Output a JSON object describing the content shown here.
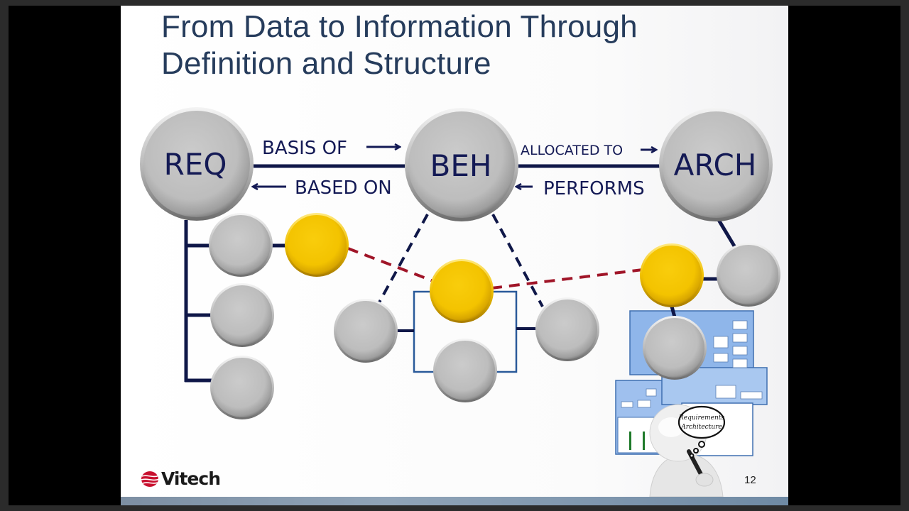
{
  "slide": {
    "title_line1": "From Data to Information Through",
    "title_line2": "Definition and Structure",
    "page_number": "12",
    "logo_text": "Vitech"
  },
  "diagram": {
    "main_nodes": [
      {
        "id": "req",
        "label": "REQ"
      },
      {
        "id": "beh",
        "label": "BEH"
      },
      {
        "id": "arch",
        "label": "ARCH"
      }
    ],
    "relations": [
      {
        "from": "REQ",
        "to": "BEH",
        "forward_label": "BASIS OF",
        "reverse_label": "BASED ON"
      },
      {
        "from": "BEH",
        "to": "ARCH",
        "forward_label": "ALLOCATED TO",
        "reverse_label": "PERFORMS"
      }
    ],
    "thought_bubble": {
      "line1": "Requirements",
      "line2": "Architecture"
    },
    "colors": {
      "node_grey": "#c3c3c3",
      "node_yellow": "#f5c400",
      "solid_link": "#0f1748",
      "trace_link": "#a01528",
      "structure_box": "#2a5a9a",
      "label_text": "#141a55"
    }
  }
}
